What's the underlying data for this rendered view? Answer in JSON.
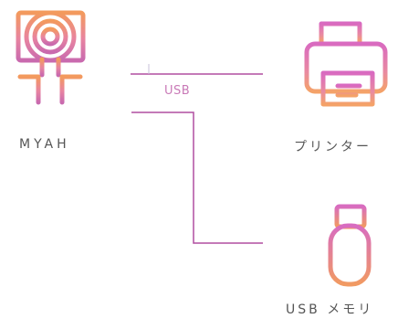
{
  "nodes": {
    "myah": {
      "label": "MYAH",
      "icon": "camera-device-icon"
    },
    "printer": {
      "label": "プリンター",
      "icon": "printer-icon"
    },
    "usb_memory": {
      "label": "USB メモリ",
      "icon": "usb-drive-icon"
    }
  },
  "connection": {
    "label": "USB"
  },
  "colors": {
    "line": "#b04fa0",
    "gradient_top": "#d968b8",
    "gradient_bottom": "#f29b5a",
    "text": "#555555",
    "connection_label": "#c97ab7"
  }
}
